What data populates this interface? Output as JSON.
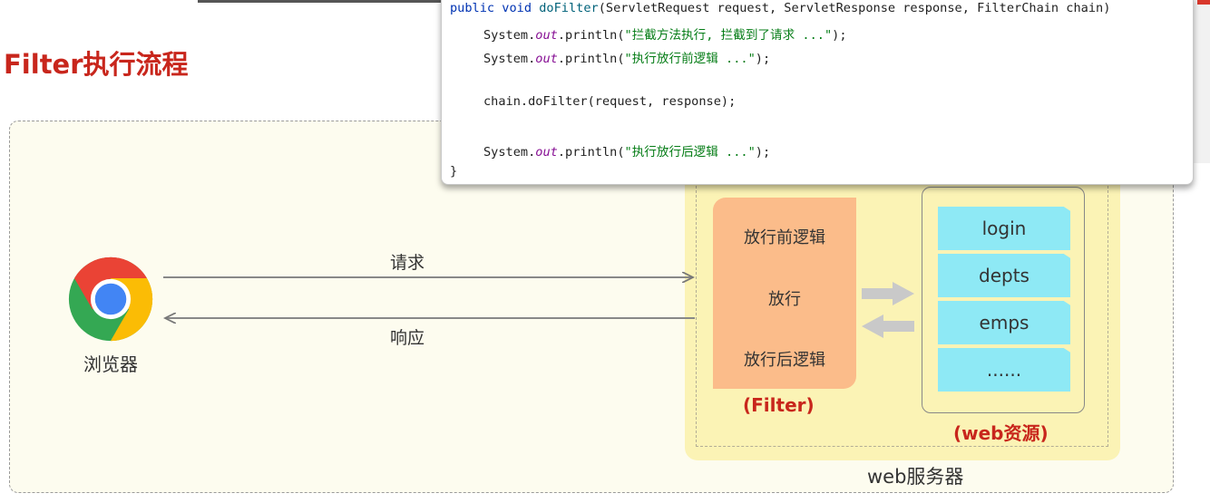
{
  "title": "Filter执行流程",
  "browser": {
    "label": "浏览器",
    "icon": "chrome-icon"
  },
  "arrows": {
    "request_label": "请求",
    "response_label": "响应"
  },
  "server": {
    "caption": "web服务器"
  },
  "filter": {
    "label": "(Filter)",
    "steps": [
      "放行前逻辑",
      "放行",
      "放行后逻辑"
    ]
  },
  "web_resources": {
    "label": "(web资源)",
    "items": [
      "login",
      "depts",
      "emps",
      "......"
    ]
  },
  "code": {
    "signature_kw": "public void ",
    "signature_fn": "doFilter",
    "signature_rest": "(ServletRequest request, ServletResponse response, FilterChain chain)",
    "line1_pre": "System.",
    "line1_field": "out",
    "line1_mid": ".println(",
    "line1_str": "\"拦截方法执行, 拦截到了请求 ...\"",
    "line1_end": ");",
    "line2_pre": "System.",
    "line2_field": "out",
    "line2_mid": ".println(",
    "line2_str": "\"执行放行前逻辑 ...\"",
    "line2_end": ");",
    "line3": "chain.doFilter(request, response);",
    "line4_pre": "System.",
    "line4_field": "out",
    "line4_mid": ".println(",
    "line4_str": "\"执行放行后逻辑 ...\"",
    "line4_end": ");",
    "closing": "}"
  },
  "colors": {
    "title_red": "#c8261c",
    "filter_orange": "#fbbc8a",
    "resource_cyan": "#8ee9f5",
    "server_yellow": "#fbf3b5"
  }
}
